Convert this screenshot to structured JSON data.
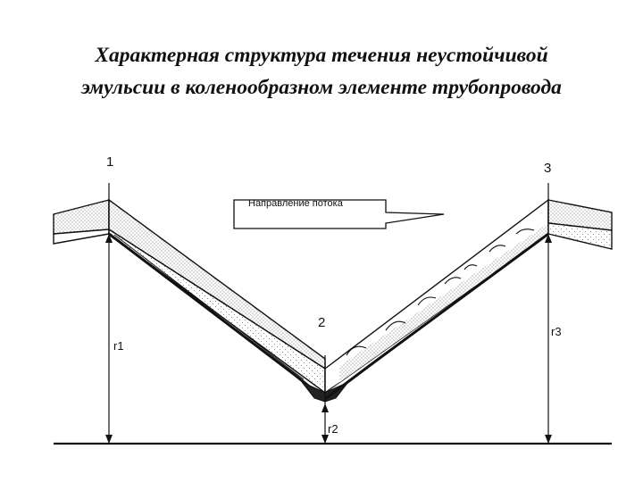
{
  "title": {
    "line1": "Характерная структура течения неустойчивой",
    "line2": "эмульсии в коленообразном элементе трубопровода"
  },
  "diagram": {
    "flow_label": "Направление потока",
    "point_labels": {
      "p1": "1",
      "p2": "2",
      "p3": "3"
    },
    "height_labels": {
      "r1": "r1",
      "r2": "r2",
      "r3": "r3"
    },
    "colors": {
      "line": "#111111",
      "stipple": "#555555",
      "background": "#ffffff"
    }
  }
}
